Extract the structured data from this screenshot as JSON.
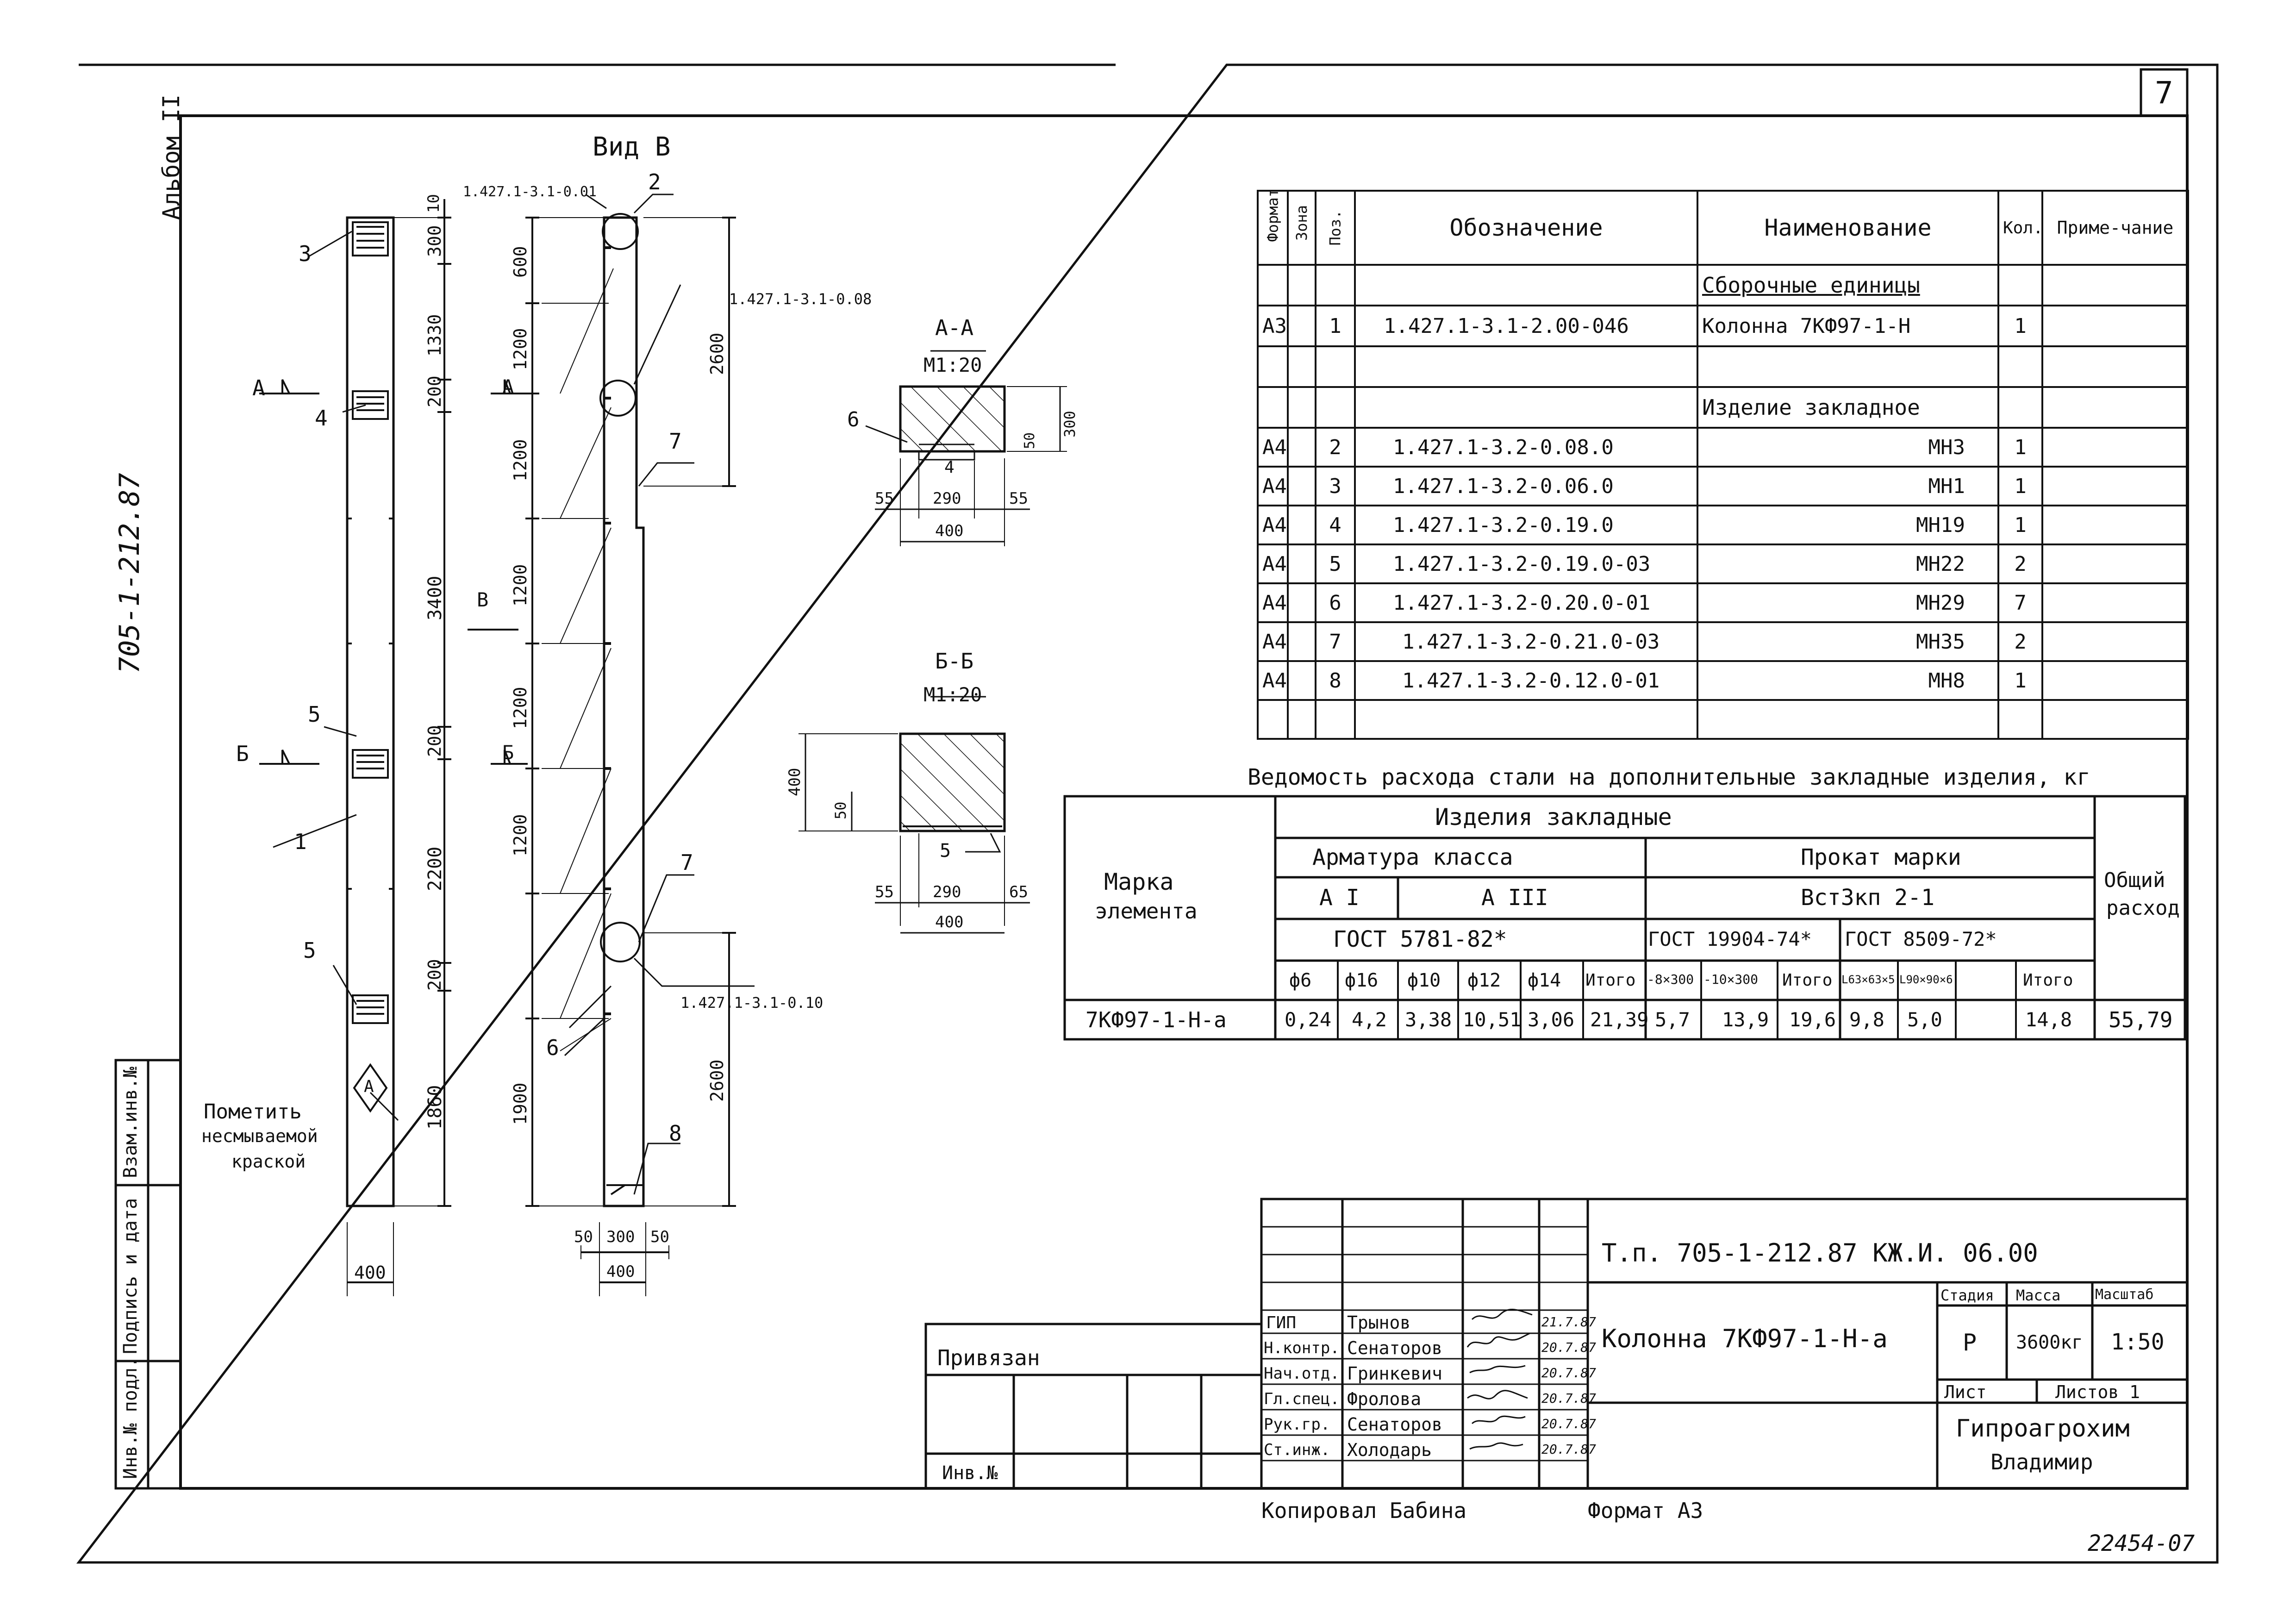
{
  "sheet": {
    "number": "7",
    "album": "Альбом II",
    "project_code_vertical": "705-1-212.87",
    "copied_by": "Копировал  Бабина",
    "format": "Формат  А3",
    "archive_no": "22454-07"
  },
  "side_stamp": {
    "inv_podl": "Инв.№ подл.",
    "podpis": "Подпись и дата",
    "vzam": "Взам.инв.№"
  },
  "drawing": {
    "view_label": "Вид В",
    "note_line1": "Пометить",
    "note_line2": "несмываемой",
    "note_line3": "краской",
    "marker_a": "А",
    "positions": [
      "1",
      "2",
      "3",
      "4",
      "5",
      "5",
      "6",
      "7",
      "7",
      "8"
    ],
    "callout_001": "1.427.1-3.1-0.01",
    "callout_008": "1.427.1-3.1-0.08",
    "callout_010": "1.427.1-3.1-0.10",
    "left_dims": [
      "300",
      "1330",
      "200",
      "3400",
      "200",
      "2200",
      "200",
      "1860",
      "400",
      "10"
    ],
    "right_dims": [
      "600",
      "1200",
      "1200",
      "1200",
      "1200",
      "1200",
      "1900",
      "2600",
      "2600",
      "50",
      "300",
      "50",
      "400"
    ],
    "section_marks": {
      "a": "А",
      "b": "Б",
      "v": "В"
    }
  },
  "section_aa": {
    "title": "А-А",
    "scale": "М1:20",
    "dims": [
      "55",
      "290",
      "55",
      "400",
      "50",
      "300"
    ],
    "pos": [
      "6",
      "4"
    ]
  },
  "section_bb": {
    "title": "Б-Б",
    "scale": "М1:20",
    "dims": [
      "55",
      "290",
      "65",
      "400",
      "400",
      "50"
    ],
    "pos": [
      "5"
    ]
  },
  "spec_table": {
    "headers": {
      "format": "Формат",
      "zone": "Зона",
      "pos": "Поз.",
      "designation": "Обозначение",
      "name": "Наименование",
      "qty": "Кол.",
      "note": "Приме-чание"
    },
    "group_assembly": "Сборочные единицы",
    "group_embedded": "Изделие закладное",
    "rows": [
      {
        "format": "А3",
        "pos": "1",
        "designation": "1.427.1-3.1-2.00-046",
        "name": "Колонна  7КФ97-1-Н",
        "qty": "1"
      },
      {
        "format": "А4",
        "pos": "2",
        "designation": "1.427.1-3.2-0.08.0",
        "name": "МН3",
        "qty": "1"
      },
      {
        "format": "А4",
        "pos": "3",
        "designation": "1.427.1-3.2-0.06.0",
        "name": "МН1",
        "qty": "1"
      },
      {
        "format": "А4",
        "pos": "4",
        "designation": "1.427.1-3.2-0.19.0",
        "name": "МН19",
        "qty": "1"
      },
      {
        "format": "А4",
        "pos": "5",
        "designation": "1.427.1-3.2-0.19.0-03",
        "name": "МН22",
        "qty": "2"
      },
      {
        "format": "А4",
        "pos": "6",
        "designation": "1.427.1-3.2-0.20.0-01",
        "name": "МН29",
        "qty": "7"
      },
      {
        "format": "А4",
        "pos": "7",
        "designation": "1.427.1-3.2-0.21.0-03",
        "name": "МН35",
        "qty": "2"
      },
      {
        "format": "А4",
        "pos": "8",
        "designation": "1.427.1-3.2-0.12.0-01",
        "name": "МН8",
        "qty": "1"
      }
    ]
  },
  "steel_table": {
    "title": "Ведомость расхода стали на дополнительные закладные изделия, кг",
    "mark_header1": "Марка",
    "mark_header2": "элемента",
    "embedded": "Изделия закладные",
    "rebar_class": "Арматура класса",
    "rolled": "Прокат марки",
    "total_header1": "Общий",
    "total_header2": "расход",
    "class_ai": "А I",
    "class_aiii": "А III",
    "steel_grade": "Вст3кп 2-1",
    "gost_rebar": "ГОСТ  5781-82*",
    "gost_plate": "ГОСТ 19904-74*",
    "gost_angle": "ГОСТ 8509-72*",
    "cols": [
      "ф6",
      "ф16",
      "ф10",
      "ф12",
      "ф14",
      "Итого",
      "-8×300",
      "-10×300",
      "Итого",
      "L63×63×5",
      "L90×90×6",
      "",
      "Итого"
    ],
    "row": {
      "mark": "7КФ97-1-Н-а",
      "values": [
        "0,24",
        "4,2",
        "3,38",
        "10,51",
        "3,06",
        "21,39",
        "5,7",
        "13,9",
        "19,6",
        "9,8",
        "5,0",
        "",
        "14,8"
      ],
      "total": "55,79"
    }
  },
  "title_block": {
    "doc_code": "Т.п. 705-1-212.87   КЖ.И. 06.00",
    "privyazan": "Привязан",
    "inv_no": "Инв.№",
    "object": "Колонна  7КФ97-1-Н-а",
    "stage_h": "Стадия",
    "mass_h": "Масса",
    "scale_h": "Масштаб",
    "stage": "Р",
    "mass": "3600кг",
    "scale": "1:50",
    "sheet": "Лист",
    "sheets": "Листов 1",
    "org1": "Гипроагрохим",
    "org2": "Владимир",
    "people": [
      {
        "role": "ГИП",
        "name": "Трынов",
        "date": "21.7.87"
      },
      {
        "role": "Н.контр.",
        "name": "Сенаторов",
        "date": "20.7.87"
      },
      {
        "role": "Нач.отд.",
        "name": "Гринкевич",
        "date": "20.7.87"
      },
      {
        "role": "Гл.спец.",
        "name": "Фролова",
        "date": "20.7.87"
      },
      {
        "role": "Рук.гр.",
        "name": "Сенаторов",
        "date": "20.7.87"
      },
      {
        "role": "Ст.инж.",
        "name": "Холодарь",
        "date": "20.7.87"
      }
    ]
  }
}
